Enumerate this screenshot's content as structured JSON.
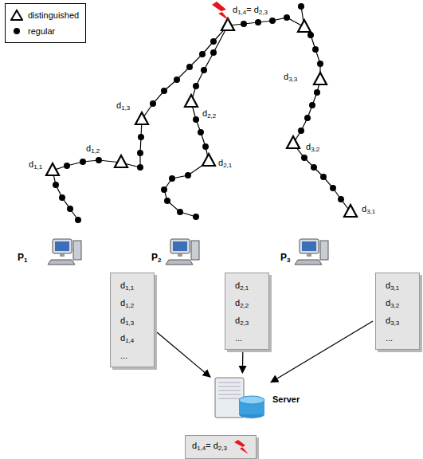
{
  "diagram": {
    "nodes": [
      {
        "text": [
          "d1,1",
          "d1,2",
          "d1,3",
          "d1,4",
          "..."
        ]
      },
      {
        "text": [
          "d2,1",
          "d2,2",
          "d2,3",
          "..."
        ]
      },
      {
        "text": [
          "d3,1",
          "d3,2",
          "d3,3",
          "..."
        ]
      },
      {
        "text": [
          "Server"
        ]
      },
      {
        "text": [
          "d1,4= d2,3"
        ]
      }
    ],
    "edges": [
      {
        "from": 0,
        "to": 3,
        "arrow": "to"
      },
      {
        "from": 1,
        "to": 3,
        "arrow": "to"
      },
      {
        "from": 2,
        "to": 3,
        "arrow": "to"
      }
    ],
    "labels": [
      "d1,1",
      "d1,2",
      "d1,3",
      "d1,4= d2,3",
      "d2,1",
      "d2,2",
      "d3,3",
      "d3,2",
      "d3,1",
      "P1",
      "P2",
      "P3"
    ],
    "legend": [
      {
        "text": "distinguished"
      },
      {
        "text": "regular"
      }
    ]
  }
}
